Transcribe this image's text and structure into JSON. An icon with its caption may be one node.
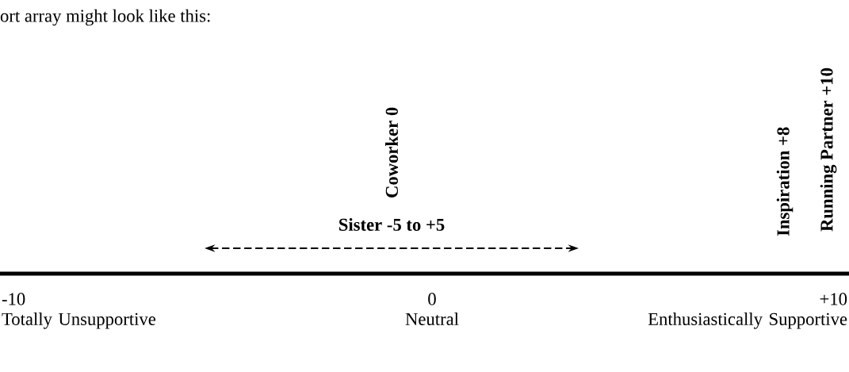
{
  "diagram": {
    "labels": [
      "ort array might look like this:",
      "Coworker 0",
      "Inspiration +8",
      "Running Partner +10",
      "Sister -5 to +5",
      "-10",
      "0",
      "+10",
      "Totally Unsupportive",
      "Neutral",
      "Enthusiastically Supportive"
    ]
  }
}
